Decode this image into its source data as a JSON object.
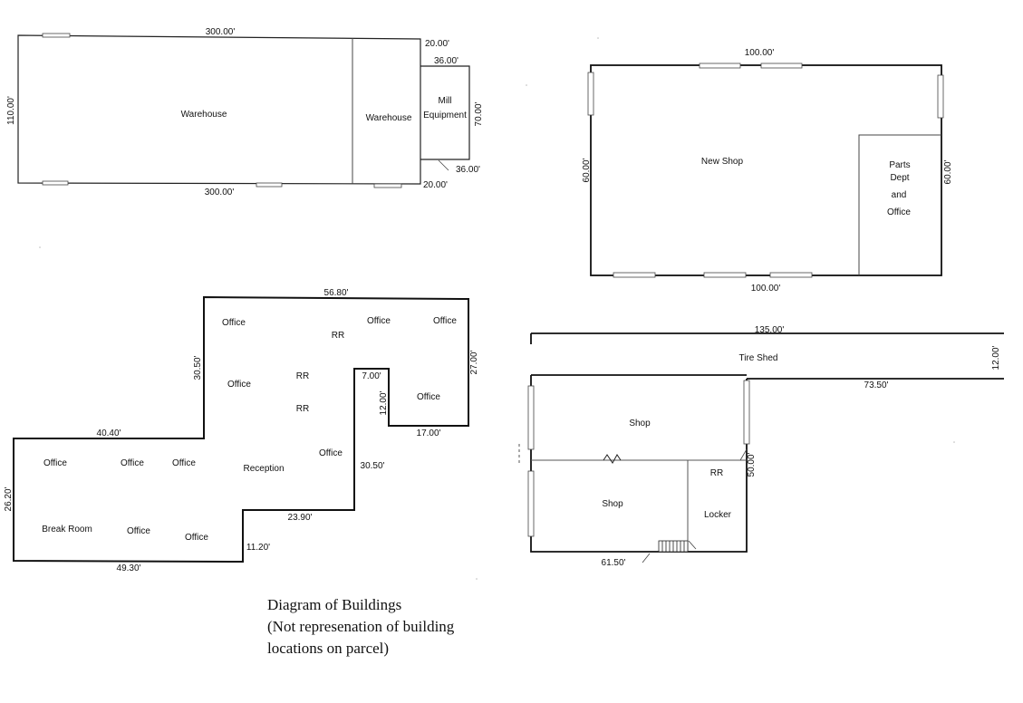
{
  "warehouse": {
    "dims": {
      "top_length": "300.00'",
      "bottom_length": "300.00'",
      "depth": "110.00'",
      "ext_top": "20.00'",
      "ext_bottom": "20.00'",
      "mill_top": "36.00'",
      "mill_bottom": "36.00'",
      "mill_depth": "70.00'"
    },
    "rooms": {
      "main": "Warehouse",
      "annex": "Warehouse",
      "mill_line1": "Mill",
      "mill_line2": "Equipment"
    }
  },
  "new_shop": {
    "dims": {
      "top": "100.00'",
      "bottom": "100.00'",
      "left": "60.00'",
      "right": "60.00'"
    },
    "rooms": {
      "main": "New Shop",
      "parts_line1": "Parts",
      "parts_line2": "Dept",
      "parts_line3": "and",
      "parts_line4": "Office"
    }
  },
  "office_building": {
    "dims": {
      "top": "56.80'",
      "upper_left": "30.50'",
      "right": "27.00'",
      "notch_top": "7.00'",
      "notch_side": "12.00'",
      "notch_bottom": "17.00'",
      "inner_vertical": "30.50'",
      "step_horizontal": "23.90'",
      "step_vertical": "11.20'",
      "bottom": "49.30'",
      "left": "26.20'",
      "left_top": "40.40'"
    },
    "rooms": {
      "office_1": "Office",
      "office_2": "Office",
      "office_3": "Office",
      "office_4": "Office",
      "office_5": "Office",
      "office_6": "Office",
      "office_7": "Office",
      "office_8": "Office",
      "office_9": "Office",
      "office_10": "Office",
      "office_11": "Office",
      "rr_1": "RR",
      "rr_2": "RR",
      "rr_3": "RR",
      "reception": "Reception",
      "break_room": "Break Room"
    }
  },
  "shop_building": {
    "dims": {
      "tire_length": "135.00'",
      "tire_depth": "12.00'",
      "shop_top": "73.50'",
      "shop_right": "50.00'",
      "shop_bottom": "61.50'"
    },
    "rooms": {
      "tire_shed": "Tire Shed",
      "shop_upper": "Shop",
      "shop_lower": "Shop",
      "rr": "RR",
      "locker": "Locker"
    }
  },
  "caption": {
    "line1": "Diagram of Buildings",
    "line2": "(Not represenation of building",
    "line3": "locations on parcel)"
  }
}
